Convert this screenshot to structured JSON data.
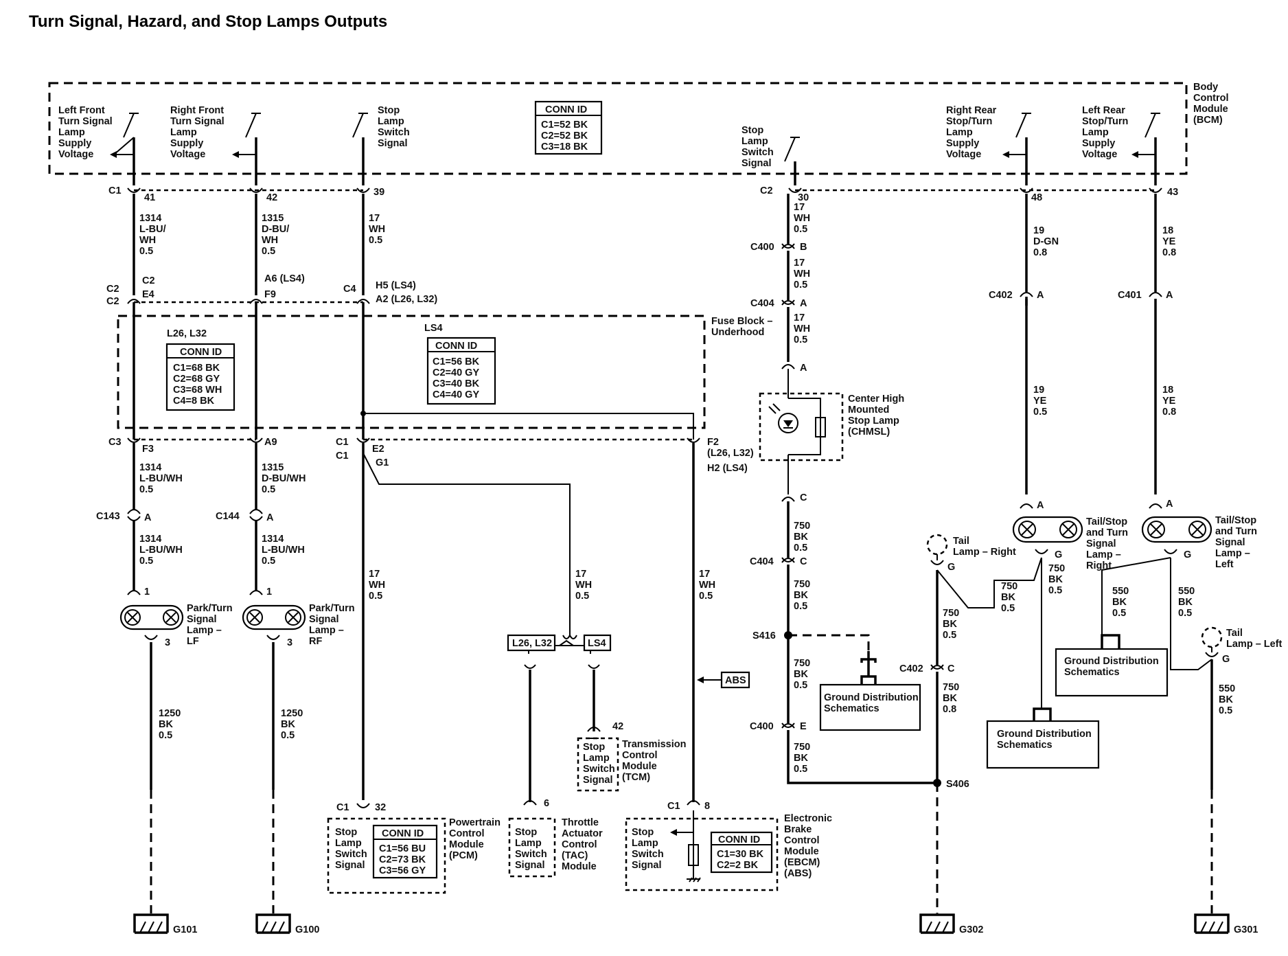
{
  "title": "Turn Signal, Hazard, and Stop Lamps Outputs",
  "bcm": {
    "name": "Body Control Module (BCM)",
    "conn": {
      "head": "CONN ID",
      "lines": [
        "C1=52 BK",
        "C2=52 BK",
        "C3=18 BK"
      ]
    },
    "switches": [
      {
        "id": "lf",
        "label": [
          "Left Front",
          "Turn Signal",
          "Lamp",
          "Supply",
          "Voltage"
        ]
      },
      {
        "id": "rf",
        "label": [
          "Right Front",
          "Turn Signal",
          "Lamp",
          "Supply",
          "Voltage"
        ]
      },
      {
        "id": "sl1",
        "label": [
          "Stop",
          "Lamp",
          "Switch",
          "Signal"
        ]
      },
      {
        "id": "sl2",
        "label": [
          "Stop",
          "Lamp",
          "Switch",
          "Signal"
        ]
      },
      {
        "id": "rr",
        "label": [
          "Right Rear",
          "Stop/Turn",
          "Lamp",
          "Supply",
          "Voltage"
        ]
      },
      {
        "id": "lr",
        "label": [
          "Left Rear",
          "Stop/Turn",
          "Lamp",
          "Supply",
          "Voltage"
        ]
      }
    ],
    "pins": [
      "C1",
      "41",
      "42",
      "39",
      "C2",
      "30",
      "48",
      "43"
    ]
  },
  "fuse_block": {
    "name": "Fuse Block – Underhood",
    "conn_l26": {
      "tag": "L26, L32",
      "head": "CONN ID",
      "lines": [
        "C1=68 BK",
        "C2=68 GY",
        "C3=68 WH",
        "C4=8 BK"
      ]
    },
    "conn_ls4": {
      "tag": "LS4",
      "head": "CONN ID",
      "lines": [
        "C1=56 BK",
        "C2=40 GY",
        "C3=40 BK",
        "C4=40 GY"
      ]
    },
    "top_pins": [
      "C2",
      "C2",
      "C2",
      "E4",
      "A6 (LS4)",
      "F9",
      "C4",
      "H5 (LS4)",
      "A2 (L26, L32)"
    ],
    "bottom_pins": [
      "C3",
      "F3",
      "A9",
      "C1",
      "C1",
      "E2",
      "G1",
      "F2",
      "(L26, L32)",
      "H2 (LS4)"
    ]
  },
  "wires": {
    "w1314": [
      "1314",
      "L-BU/",
      "WH",
      "0.5"
    ],
    "w1315": [
      "1315",
      "D-BU/",
      "WH",
      "0.5"
    ],
    "w17": [
      "17",
      "WH",
      "0.5"
    ],
    "w1314b": [
      "1314",
      "L-BU/WH",
      "0.5"
    ],
    "w1315b": [
      "1315",
      "D-BU/WH",
      "0.5"
    ],
    "w1250": [
      "1250",
      "BK",
      "0.5"
    ],
    "w19dgn": [
      "19",
      "D-GN",
      "0.8"
    ],
    "w18ye": [
      "18",
      "YE",
      "0.8"
    ],
    "w19ye": [
      "19",
      "YE",
      "0.5"
    ],
    "w750": [
      "750",
      "BK",
      "0.5"
    ],
    "w750b": [
      "750",
      "BK",
      "0.8"
    ],
    "w550": [
      "550",
      "BK",
      "0.5"
    ]
  },
  "connectors": [
    "C143",
    "A",
    "C144",
    "A",
    "C400",
    "B",
    "C404",
    "A",
    "A",
    "C402",
    "A",
    "C401",
    "A",
    "C",
    "C404",
    "C",
    "S416",
    "C402",
    "C",
    "C400",
    "E",
    "S406",
    "1",
    "1",
    "3",
    "3",
    "A",
    "G",
    "A",
    "G",
    "G",
    "G",
    "C1",
    "32",
    "6",
    "42",
    "C1",
    "8"
  ],
  "lamps": {
    "lf": [
      "Park/Turn",
      "Signal",
      "Lamp –",
      "LF"
    ],
    "rf": [
      "Park/Turn",
      "Signal",
      "Lamp –",
      "RF"
    ],
    "chmsl": [
      "Center High",
      "Mounted",
      "Stop Lamp",
      "(CHMSL)"
    ],
    "tail_right": [
      "Tail",
      "Lamp – Right"
    ],
    "tail_left": [
      "Tail",
      "Lamp – Left"
    ],
    "stop_right": [
      "Tail/Stop",
      "and Turn",
      "Signal",
      "Lamp –",
      "Right"
    ],
    "stop_left": [
      "Tail/Stop",
      "and Turn",
      "Signal",
      "Lamp –",
      "Left"
    ]
  },
  "options": {
    "l26": "L26, L32",
    "ls4": "LS4",
    "abs": "ABS"
  },
  "modules": {
    "pcm": {
      "name": [
        "Powertrain",
        "Control",
        "Module",
        "(PCM)"
      ],
      "sig": [
        "Stop",
        "Lamp",
        "Switch",
        "Signal"
      ],
      "head": "CONN ID",
      "lines": [
        "C1=56 BU",
        "C2=73 BK",
        "C3=56 GY"
      ]
    },
    "tac": {
      "name": [
        "Throttle",
        "Actuator",
        "Control",
        "(TAC)",
        "Module"
      ],
      "sig": [
        "Stop",
        "Lamp",
        "Switch",
        "Signal"
      ]
    },
    "tcm": {
      "name": [
        "Transmission",
        "Control",
        "Module",
        "(TCM)"
      ],
      "sig": [
        "Stop",
        "Lamp",
        "Switch",
        "Signal"
      ]
    },
    "ebcm": {
      "name": [
        "Electronic",
        "Brake",
        "Control",
        "Module",
        "(EBCM)",
        "(ABS)"
      ],
      "sig": [
        "Stop",
        "Lamp",
        "Switch",
        "Signal"
      ],
      "head": "CONN ID",
      "lines": [
        "C1=30 BK",
        "C2=2 BK"
      ]
    }
  },
  "ground_dist": [
    "Ground Distribution",
    "Schematics"
  ],
  "grounds": [
    "G101",
    "G100",
    "G302",
    "G301"
  ]
}
